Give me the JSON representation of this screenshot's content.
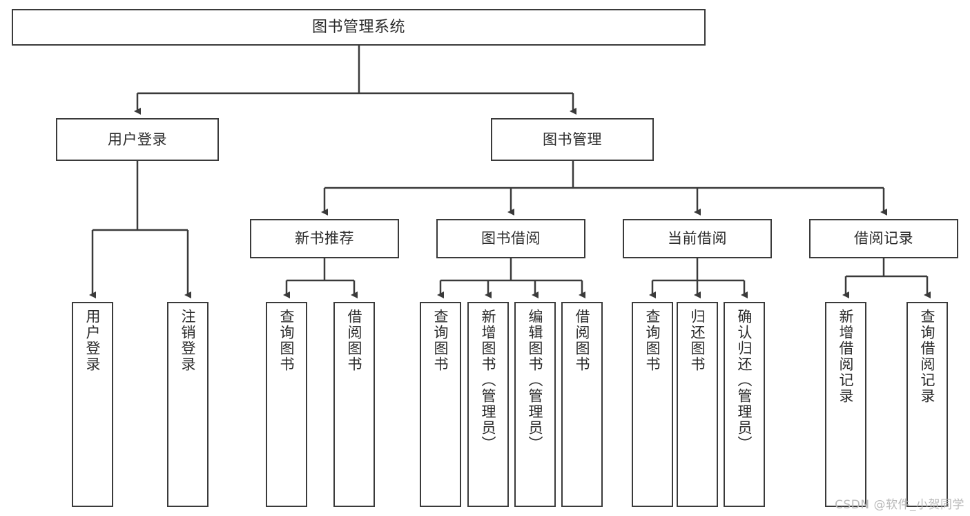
{
  "diagram": {
    "title": "图书管理系统",
    "type": "tree",
    "orientation": "top-down",
    "watermark": "CSDN @软件_小贺同学",
    "colors": {
      "node_border": "#3a3a3a",
      "node_fill": "#ffffff",
      "edge": "#3a3a3a",
      "text": "#2b2b2b",
      "watermark": "#b9b9b9",
      "background": "#ffffff"
    },
    "nodes": {
      "root": {
        "label": "图书管理系统",
        "level": 1
      },
      "level2": [
        {
          "label": "用户登录",
          "level": 2
        },
        {
          "label": "图书管理",
          "level": 2
        }
      ],
      "level3": [
        {
          "label": "新书推荐",
          "level": 3
        },
        {
          "label": "图书借阅",
          "level": 3
        },
        {
          "label": "当前借阅",
          "level": 3
        },
        {
          "label": "借阅记录",
          "level": 3
        }
      ],
      "leaves": {
        "user_login": [
          {
            "label": "用户登录"
          },
          {
            "label": "注销登录"
          }
        ],
        "new_book_recommend": [
          {
            "label": "查询图书"
          },
          {
            "label": "借阅图书"
          }
        ],
        "book_borrow": [
          {
            "label": "查询图书"
          },
          {
            "label": "新增图书（管理员）"
          },
          {
            "label": "编辑图书（管理员）"
          },
          {
            "label": "借阅图书"
          }
        ],
        "current_borrow": [
          {
            "label": "查询图书"
          },
          {
            "label": "归还图书"
          },
          {
            "label": "确认归还（管理员）"
          }
        ],
        "borrow_records": [
          {
            "label": "新增借阅记录"
          },
          {
            "label": "查询借阅记录"
          }
        ]
      }
    }
  }
}
